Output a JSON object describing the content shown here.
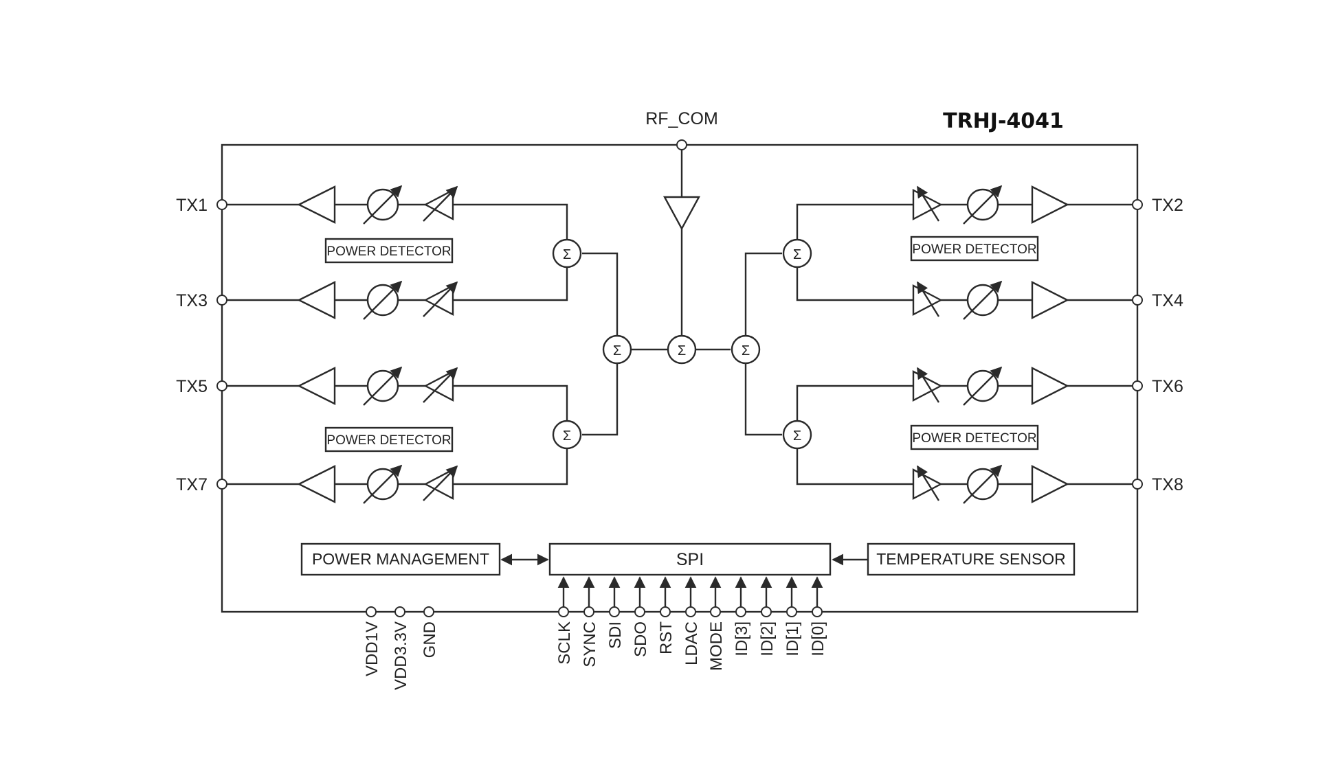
{
  "chip_name": "TRHJ-4041",
  "rf_common_port": "RF_COM",
  "sigma_symbol": "Σ",
  "tx_ports": [
    "TX1",
    "TX2",
    "TX3",
    "TX4",
    "TX5",
    "TX6",
    "TX7",
    "TX8"
  ],
  "power_detector_label": "POWER DETECTOR",
  "blocks": {
    "power_management": "POWER MANAGEMENT",
    "spi": "SPI",
    "temperature_sensor": "TEMPERATURE SENSOR"
  },
  "power_pins": [
    "VDD1V",
    "VDD3.3V",
    "GND"
  ],
  "spi_pins": [
    "SCLK",
    "SYNC",
    "SDI",
    "SDO",
    "RST",
    "LDAC",
    "MODE",
    "ID[3]",
    "ID[2]",
    "ID[1]",
    "ID[0]"
  ]
}
